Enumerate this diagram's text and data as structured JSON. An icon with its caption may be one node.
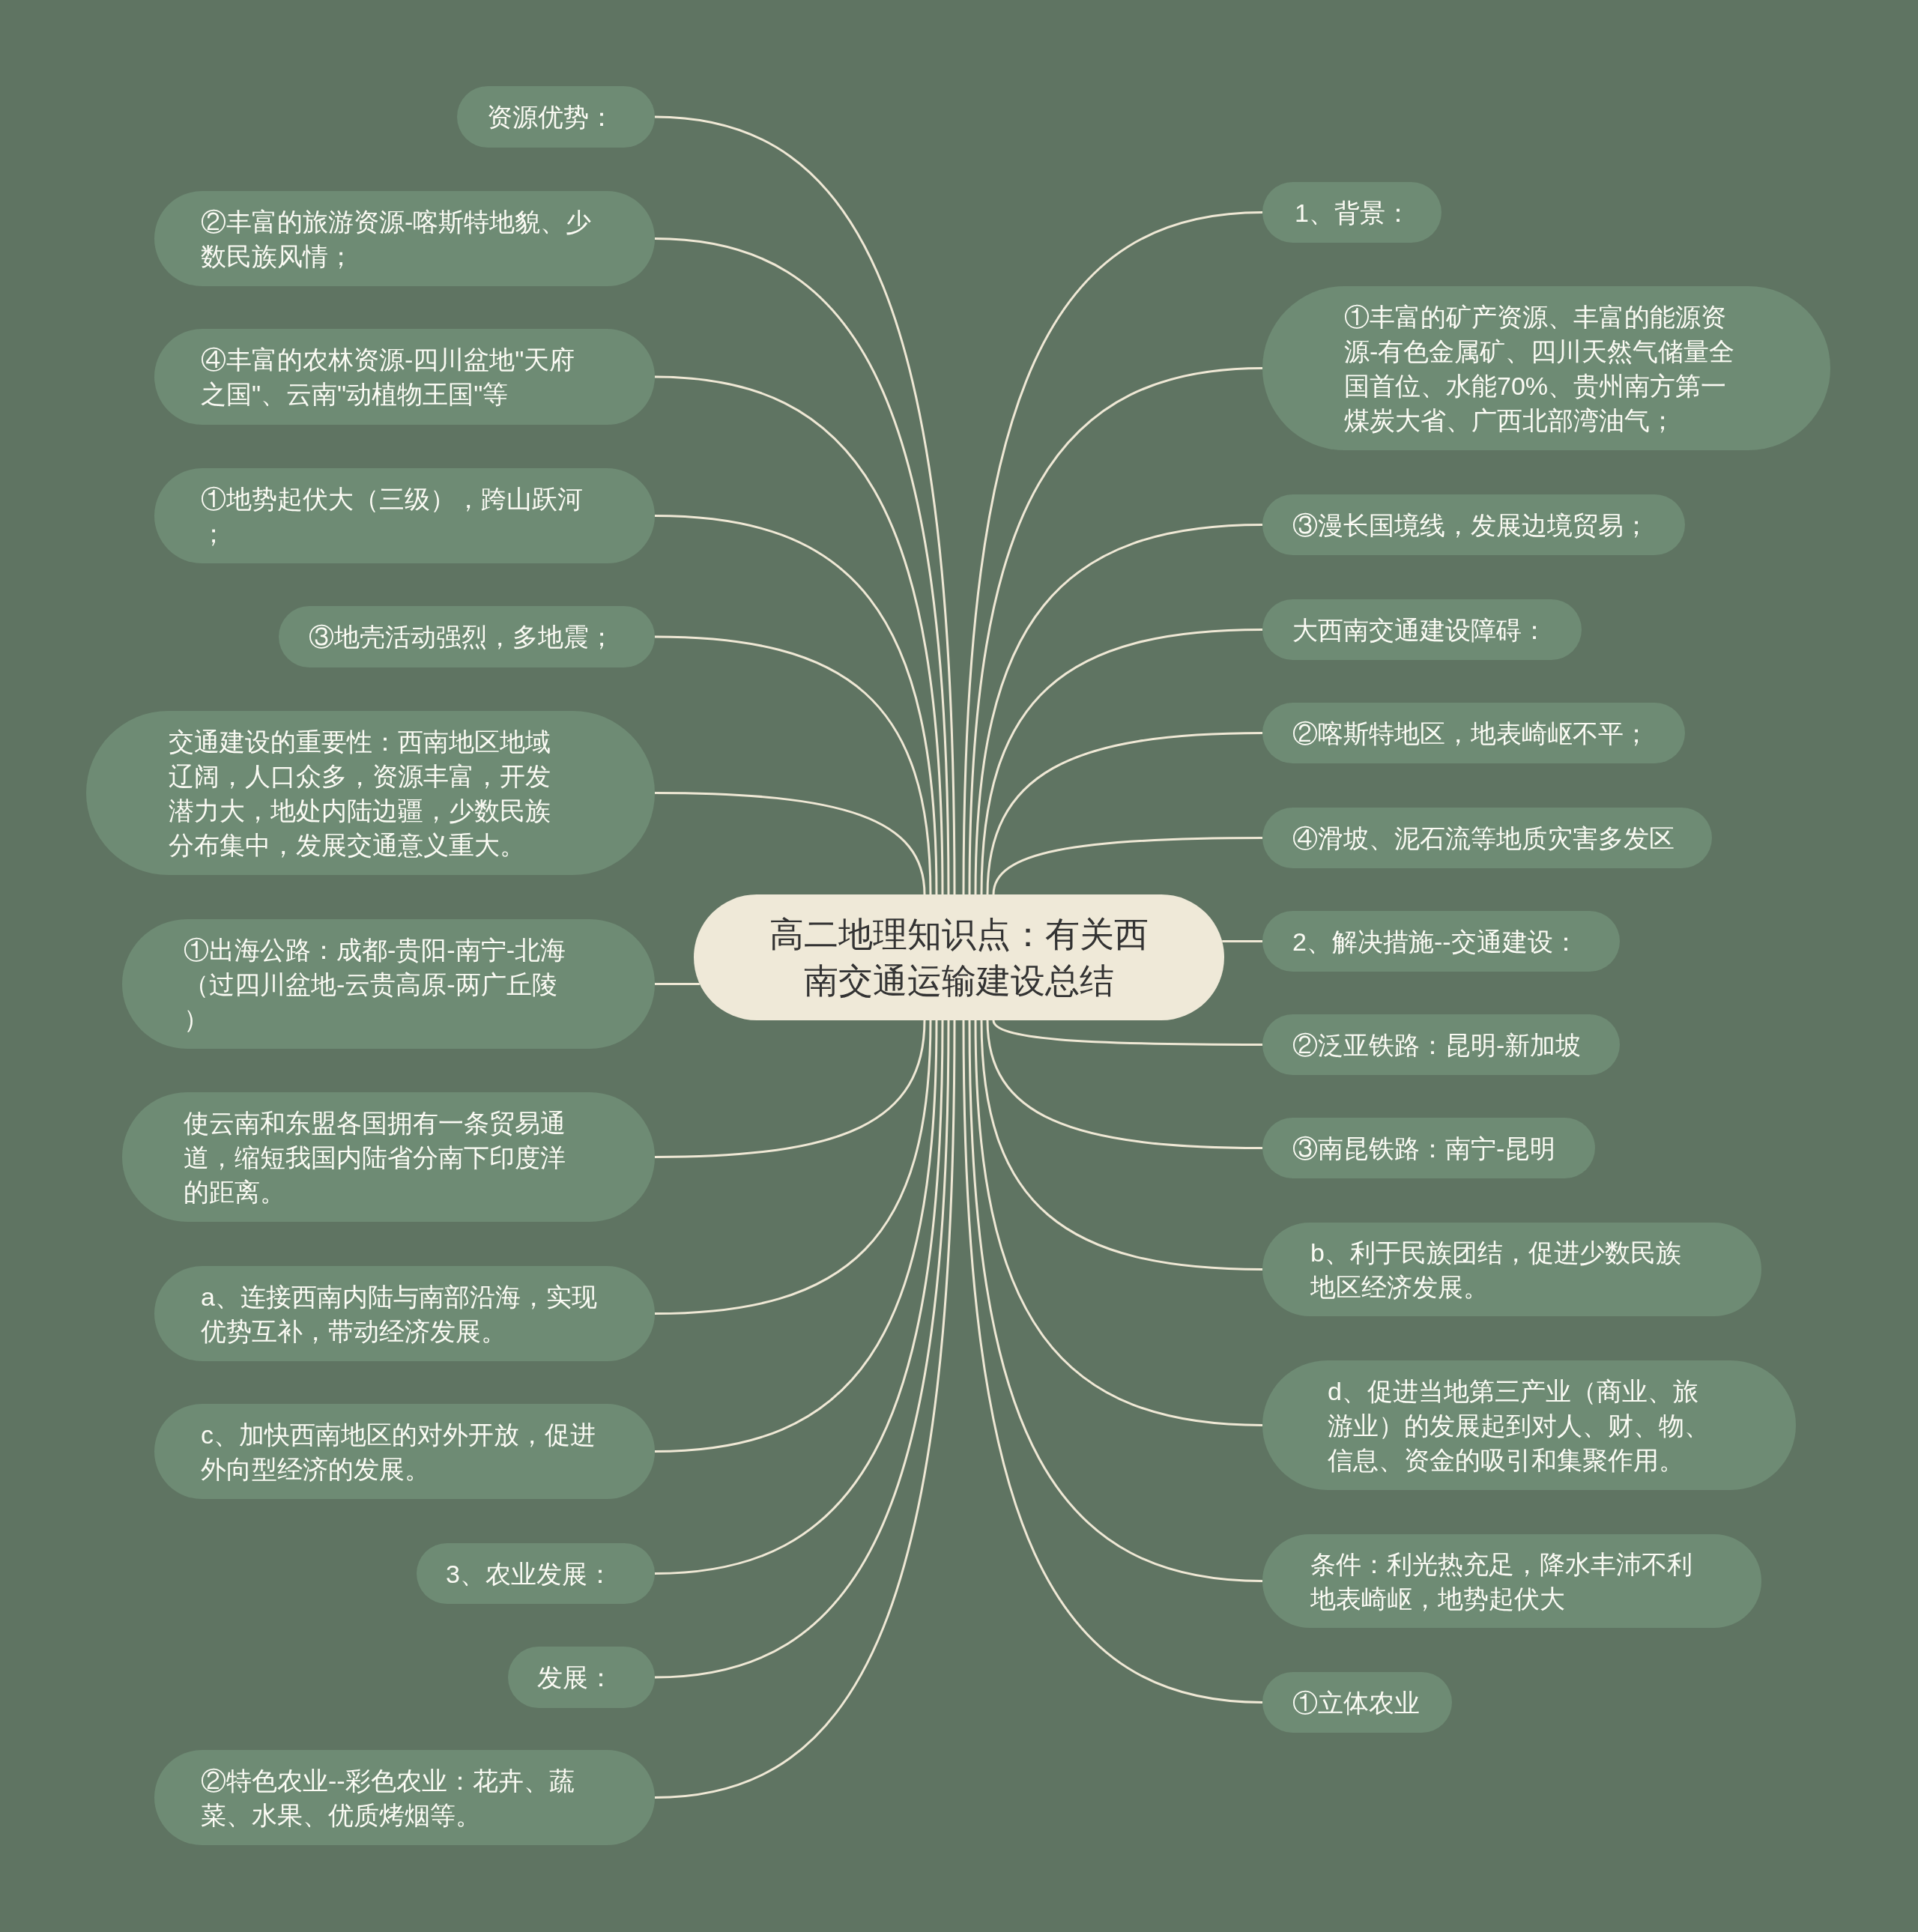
{
  "diagram": {
    "nodes": [
      {
        "text": [
          "高二地理知识点：有关西南交通运输建设总结"
        ]
      },
      {
        "text": [
          "资源优势："
        ]
      },
      {
        "text": [
          "②丰富的旅游资源-喀斯特地貌、少数民族风情；"
        ]
      },
      {
        "text": [
          "④丰富的农林资源-四川盆地\"天府之国\"、云南\"动植物王国\"等"
        ]
      },
      {
        "text": [
          "①地势起伏大（三级），跨山跃河；"
        ]
      },
      {
        "text": [
          "③地壳活动强烈，多地震；"
        ]
      },
      {
        "text": [
          "交通建设的重要性：西南地区地域辽阔，人口众多，资源丰富，开发潜力大，地处内陆边疆，少数民族分布集中，发展交通意义重大。"
        ]
      },
      {
        "text": [
          "①出海公路：成都-贵阳-南宁-北海（过四川盆地-云贵高原-两广丘陵）"
        ]
      },
      {
        "text": [
          "使云南和东盟各国拥有一条贸易通道，缩短我国内陆省分南下印度洋的距离。"
        ]
      },
      {
        "text": [
          "a、连接西南内陆与南部沿海，实现优势互补，带动经济发展。"
        ]
      },
      {
        "text": [
          "c、加快西南地区的对外开放，促进外向型经济的发展。"
        ]
      },
      {
        "text": [
          "3、农业发展："
        ]
      },
      {
        "text": [
          "发展："
        ]
      },
      {
        "text": [
          "②特色农业--彩色农业：花卉、蔬菜、水果、优质烤烟等。"
        ]
      },
      {
        "text": [
          "1、背景："
        ]
      },
      {
        "text": [
          "①丰富的矿产资源、丰富的能源资源-有色金属矿、四川天然气储量全国首位、水能70%、贵州南方第一煤炭大省、广西北部湾油气；"
        ]
      },
      {
        "text": [
          "③漫长国境线，发展边境贸易；"
        ]
      },
      {
        "text": [
          "大西南交通建设障碍："
        ]
      },
      {
        "text": [
          "②喀斯特地区，地表崎岖不平；"
        ]
      },
      {
        "text": [
          "④滑坡、泥石流等地质灾害多发区"
        ]
      },
      {
        "text": [
          "2、解决措施--交通建设："
        ]
      },
      {
        "text": [
          "②泛亚铁路：昆明-新加坡"
        ]
      },
      {
        "text": [
          "③南昆铁路：南宁-昆明"
        ]
      },
      {
        "text": [
          "b、利于民族团结，促进少数民族地区经济发展。"
        ]
      },
      {
        "text": [
          "d、促进当地第三产业（商业、旅游业）的发展起到对人、财、物、信息、资金的吸引和集聚作用。"
        ]
      },
      {
        "text": [
          "条件：利光热充足，降水丰沛不利地表崎岖，地势起伏大"
        ]
      },
      {
        "text": [
          "①立体农业"
        ]
      }
    ],
    "edges": [
      {
        "from": 0,
        "to": 1,
        "arrow": "none"
      },
      {
        "from": 0,
        "to": 2,
        "arrow": "none"
      },
      {
        "from": 0,
        "to": 3,
        "arrow": "none"
      },
      {
        "from": 0,
        "to": 4,
        "arrow": "none"
      },
      {
        "from": 0,
        "to": 5,
        "arrow": "none"
      },
      {
        "from": 0,
        "to": 6,
        "arrow": "none"
      },
      {
        "from": 0,
        "to": 7,
        "arrow": "none"
      },
      {
        "from": 0,
        "to": 8,
        "arrow": "none"
      },
      {
        "from": 0,
        "to": 9,
        "arrow": "none"
      },
      {
        "from": 0,
        "to": 10,
        "arrow": "none"
      },
      {
        "from": 0,
        "to": 11,
        "arrow": "none"
      },
      {
        "from": 0,
        "to": 12,
        "arrow": "none"
      },
      {
        "from": 0,
        "to": 13,
        "arrow": "none"
      },
      {
        "from": 0,
        "to": 14,
        "arrow": "none"
      },
      {
        "from": 0,
        "to": 15,
        "arrow": "none"
      },
      {
        "from": 0,
        "to": 16,
        "arrow": "none"
      },
      {
        "from": 0,
        "to": 17,
        "arrow": "none"
      },
      {
        "from": 0,
        "to": 18,
        "arrow": "none"
      },
      {
        "from": 0,
        "to": 19,
        "arrow": "none"
      },
      {
        "from": 0,
        "to": 20,
        "arrow": "none"
      },
      {
        "from": 0,
        "to": 21,
        "arrow": "none"
      },
      {
        "from": 0,
        "to": 22,
        "arrow": "none"
      },
      {
        "from": 0,
        "to": 23,
        "arrow": "none"
      },
      {
        "from": 0,
        "to": 24,
        "arrow": "none"
      },
      {
        "from": 0,
        "to": 25,
        "arrow": "none"
      },
      {
        "from": 0,
        "to": 26,
        "arrow": "none"
      }
    ]
  }
}
